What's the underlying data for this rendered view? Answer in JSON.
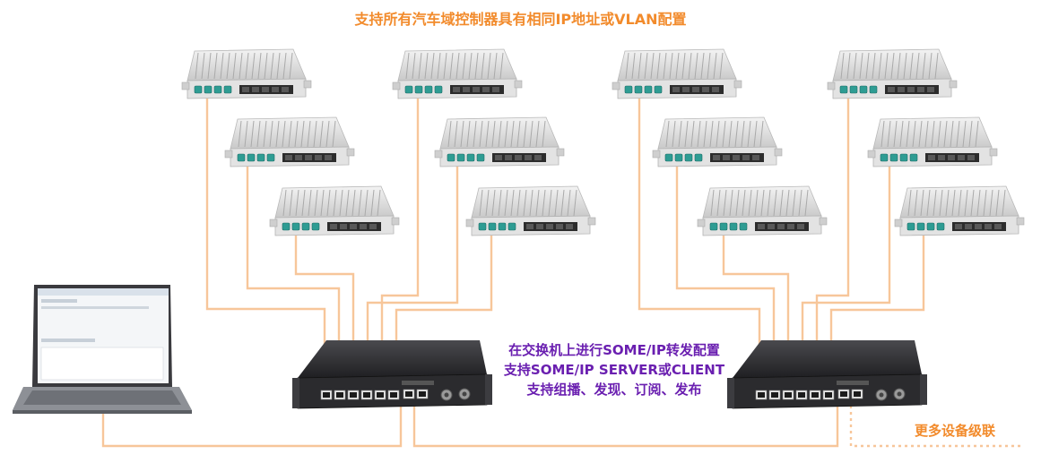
{
  "title": "支持所有汽车域控制器具有相同IP地址或VLAN配置",
  "features": [
    "在交换机上进行SOME/IP转发配置",
    "支持SOME/IP  SERVER或CLIENT",
    "支持组播、发现、订阅、发布"
  ],
  "cascade_label": "更多设备级联",
  "colors": {
    "title": "#f28b2c",
    "features": "#6a1fb0",
    "cascade": "#f28b2c",
    "cable": "#f7c69a",
    "device_body": "#dcdcdc",
    "switch_body": "#2d2d30",
    "port_teal": "#2e9c93"
  },
  "icons": [
    "domain-controller-icon",
    "ethernet-switch-icon",
    "laptop-icon"
  ]
}
